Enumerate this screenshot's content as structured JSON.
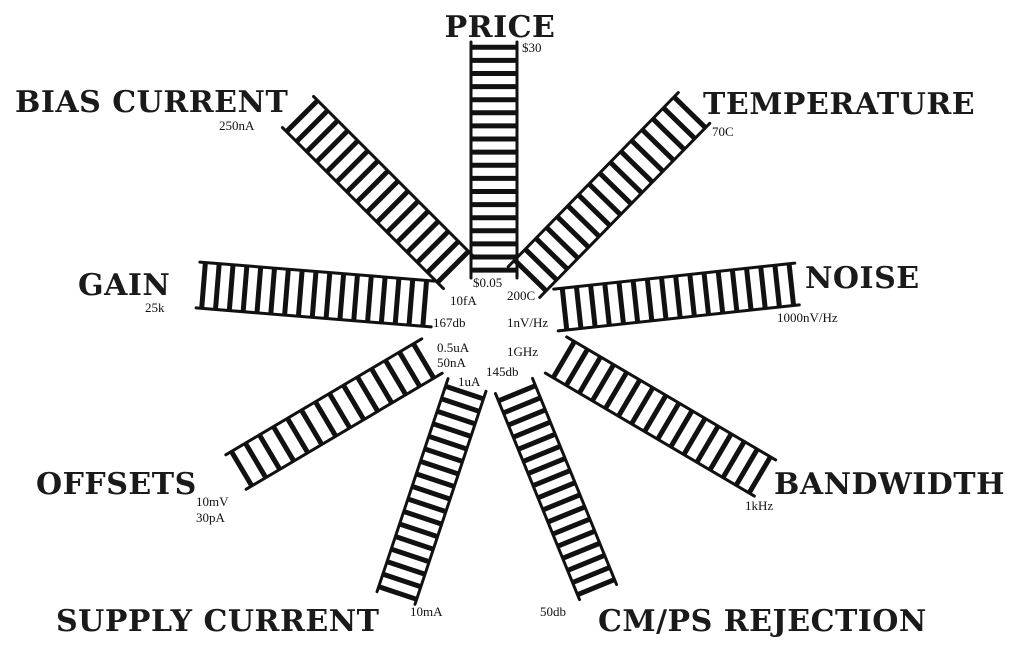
{
  "ladders": [
    {
      "id": "price",
      "title": "PRICE",
      "inner_label": "$0.05",
      "outer_label": "$30"
    },
    {
      "id": "temperature",
      "title": "TEMPERATURE",
      "inner_label": "200C",
      "outer_label": "70C"
    },
    {
      "id": "noise",
      "title": "NOISE",
      "inner_label": "1nV/Hz",
      "outer_label": "1000nV/Hz"
    },
    {
      "id": "bandwidth",
      "title": "BANDWIDTH",
      "inner_label": "1GHz",
      "outer_label": "1kHz"
    },
    {
      "id": "cmps-rejection",
      "title": "CM/PS REJECTION",
      "inner_label": "145db",
      "outer_label": "50db"
    },
    {
      "id": "supply-current",
      "title": "SUPPLY CURRENT",
      "inner_label": "1uA",
      "outer_label": "10mA"
    },
    {
      "id": "offsets",
      "title": "OFFSETS",
      "inner_label": "0.5uA",
      "inner_label_2": "50nA",
      "outer_label": "10mV",
      "outer_label_2": "30pA"
    },
    {
      "id": "gain",
      "title": "GAIN",
      "inner_label": "167db",
      "outer_label": "25k"
    },
    {
      "id": "bias-current",
      "title": "BIAS CURRENT",
      "inner_label": "10fA",
      "outer_label": "250nA"
    }
  ]
}
